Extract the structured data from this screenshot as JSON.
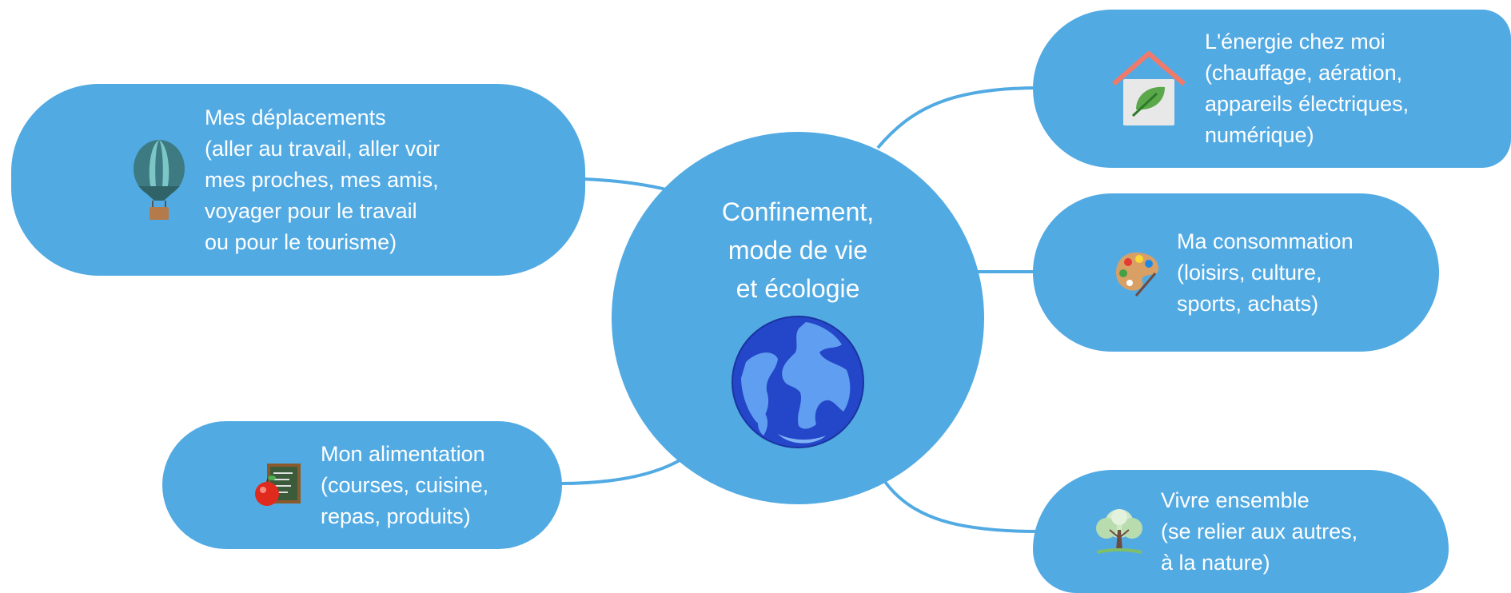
{
  "center": {
    "title_lines": [
      "Confinement,",
      "mode de vie",
      "et écologie"
    ],
    "icon": "globe-icon"
  },
  "branches": {
    "deplacements": {
      "icon": "hot-air-balloon-icon",
      "lines": [
        "Mes déplacements",
        "(aller au travail, aller voir",
        "mes proches, mes amis,",
        "voyager pour le travail",
        "ou pour le tourisme)"
      ]
    },
    "alimentation": {
      "icon": "apple-chalkboard-icon",
      "lines": [
        "Mon  alimentation",
        "(courses, cuisine,",
        "repas, produits)"
      ]
    },
    "energie": {
      "icon": "eco-house-leaf-icon",
      "lines": [
        "L'énergie chez moi",
        "(chauffage, aération,",
        "appareils électriques,",
        "numérique)"
      ]
    },
    "consommation": {
      "icon": "paint-palette-icon",
      "lines": [
        "Ma consommation",
        "(loisirs, culture,",
        "sports, achats)"
      ]
    },
    "ensemble": {
      "icon": "tree-icon",
      "lines": [
        "Vivre  ensemble",
        "(se relier aux autres,",
        "à la nature)"
      ]
    }
  },
  "colors": {
    "node_fill": "#52aae3",
    "connector": "#52aae3",
    "text": "#ffffff",
    "background": "#ffffff"
  }
}
